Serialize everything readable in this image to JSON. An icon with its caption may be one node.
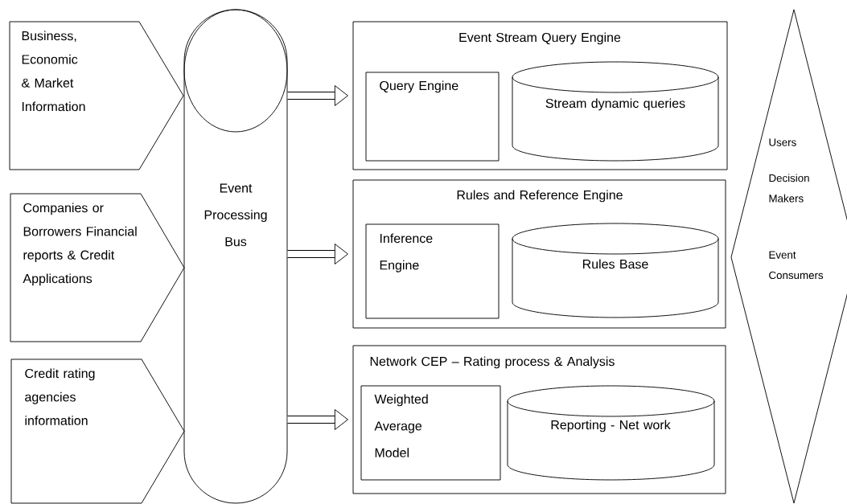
{
  "diagram": {
    "nodes": [
      {
        "text": [
          "Business, Economic & Market Information"
        ]
      },
      {
        "text": [
          "Companies or Borrowers Financial reports & Credit Applications"
        ]
      },
      {
        "text": [
          "Credit rating agencies information"
        ]
      },
      {
        "text": [
          "Event Processing Bus"
        ]
      },
      {
        "text": [
          "Event Stream Query Engine"
        ]
      },
      {
        "text": [
          "Query Engine"
        ],
        "in": 4
      },
      {
        "text": [
          "Stream dynamic queries"
        ],
        "in": 4
      },
      {
        "text": [
          "Rules and Reference Engine"
        ]
      },
      {
        "text": [
          "Inference Engine"
        ],
        "in": 7
      },
      {
        "text": [
          "Rules Base"
        ],
        "in": 7
      },
      {
        "text": [
          "Network CEP – Rating process & Analysis"
        ]
      },
      {
        "text": [
          "Weighted Average Model"
        ],
        "in": 10
      },
      {
        "text": [
          "Reporting - Net work"
        ],
        "in": 10
      },
      {
        "text": [
          "Users",
          "Decision Makers",
          "Event Consumers"
        ]
      }
    ],
    "edges": [
      {
        "from": 3,
        "to": 4,
        "arrow": "to"
      },
      {
        "from": 3,
        "to": 7,
        "arrow": "to"
      },
      {
        "from": 3,
        "to": 10,
        "arrow": "to"
      }
    ]
  }
}
